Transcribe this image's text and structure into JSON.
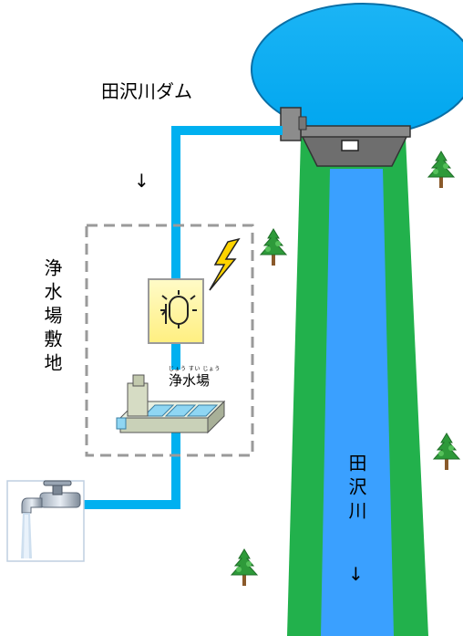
{
  "labels": {
    "dam": "田沢川ダム",
    "site": "浄水場敷地",
    "plant_ruby": "じょう すい じょう",
    "plant": "浄水場",
    "river": "田沢川",
    "arrow_flow": "↓",
    "arrow_river": "↓"
  },
  "colors": {
    "water": "#00b0f0",
    "river_bank": "#22b14c",
    "river_water": "#3aa0ff",
    "pipe": "#00b0f0",
    "dashed_border": "#999999",
    "pump_box": "#ffff99",
    "lightning": "#ffd400"
  },
  "icons": {
    "dam": "dam-icon",
    "pump": "pump-icon",
    "lightning": "lightning-icon",
    "plant": "purification-plant-icon",
    "faucet": "faucet-icon",
    "tree": "tree-icon"
  }
}
